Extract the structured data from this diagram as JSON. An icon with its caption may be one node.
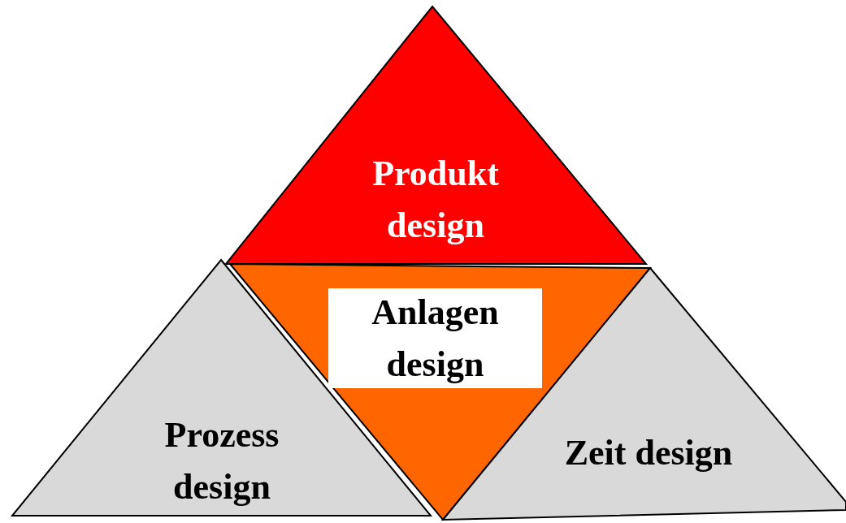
{
  "diagram": {
    "nodes": [
      {
        "text": [
          "Produkt design"
        ]
      },
      {
        "text": [
          "Anlagen design"
        ]
      },
      {
        "text": [
          "Prozess design"
        ]
      },
      {
        "text": [
          "Zeit design"
        ]
      }
    ]
  }
}
